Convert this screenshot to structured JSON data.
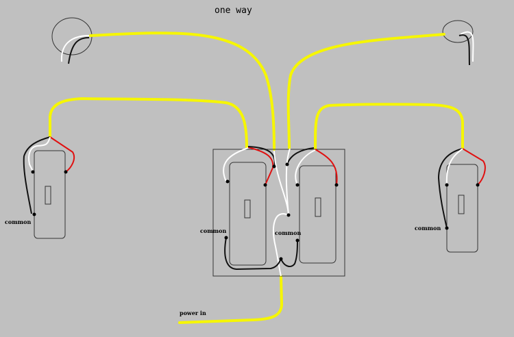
{
  "title": "one way",
  "labels": {
    "common_left": "common",
    "common_middle_left": "common",
    "common_middle_right": "common",
    "common_right": "common",
    "power_in": "power in"
  },
  "colors": {
    "background": "#c0c0c0",
    "hot_wire": "#f6f600",
    "red_wire": "#e01010",
    "black_wire": "#111111",
    "white_wire": "#ffffff"
  }
}
